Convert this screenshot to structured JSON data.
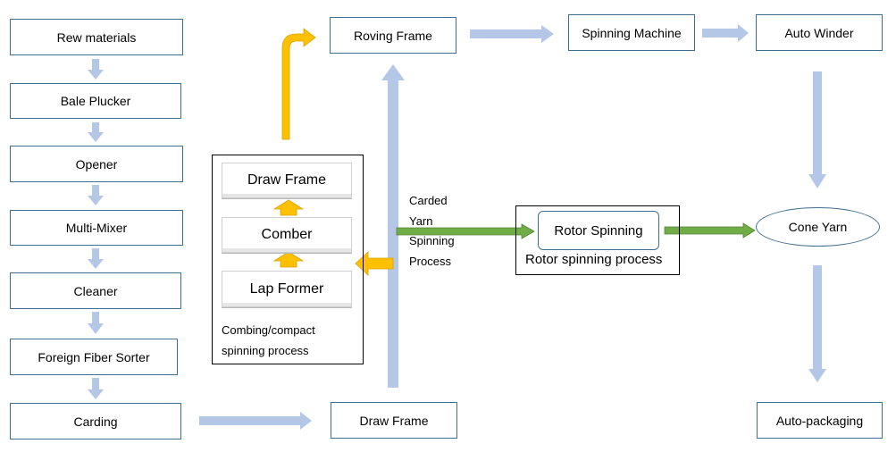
{
  "left_column": [
    "Rew materials",
    "Bale Plucker",
    "Opener",
    "Multi-Mixer",
    "Cleaner",
    "Foreign Fiber Sorter",
    "Carding"
  ],
  "middle": {
    "roving_frame": "Roving Frame",
    "draw_frame_bottom": "Draw Frame"
  },
  "top_row": {
    "spinning_machine": "Spinning Machine",
    "auto_winder": "Auto Winder"
  },
  "combing": {
    "draw_frame": "Draw Frame",
    "comber": "Comber",
    "lap_former": "Lap Former",
    "caption_line1": "Combing/compact",
    "caption_line2": "spinning process"
  },
  "carded": {
    "line1": "Carded",
    "line2": "Yarn",
    "line3": "Spinning",
    "line4": "Process"
  },
  "rotor": {
    "label": "Rotor Spinning",
    "caption": "Rotor spinning process"
  },
  "right_column": {
    "cone_yarn": "Cone Yarn",
    "auto_packaging": "Auto-packaging"
  },
  "colors": {
    "box_border": "#3f6f8f",
    "flow_arrow": "#b4c7e7",
    "combing_arrow": "#ffc000",
    "rotor_arrow": "#70ad47"
  }
}
